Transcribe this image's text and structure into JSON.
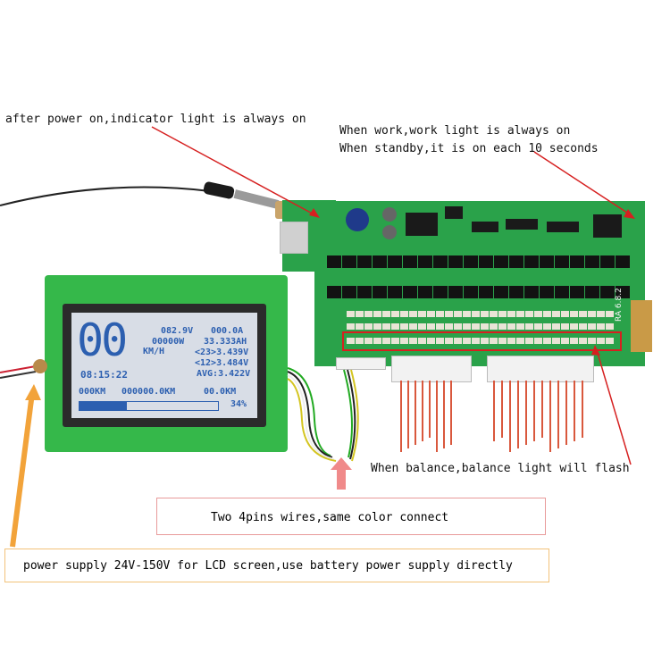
{
  "annotations": {
    "indicator_light": "after power on,indicator light is always on",
    "work_light_line1": "When work,work light is always on",
    "work_light_line2": "When standby,it is on each 10 seconds",
    "balance_light": "When balance,balance light will flash",
    "wires": "Two 4pins wires,same color connect",
    "power_supply": "power supply 24V-150V for LCD screen,use battery power supply directly"
  },
  "lcd": {
    "speed": "00",
    "speed_unit": "KM/H",
    "time": "08:15:22",
    "voltage": "082.9V",
    "current": "000.0A",
    "power": "00000W",
    "capacity": "33.333AH",
    "high_cell": "<23>3.439V",
    "low_cell": "<12>3.484V",
    "avg": "AVG:3.422V",
    "trip": "000KM",
    "odo": "000000.0KM",
    "range": "00.0KM",
    "battery_percent_label": "34%",
    "battery_percent": 34
  },
  "board_label": "RA 6.8.2",
  "colors": {
    "annotation_red": "#d62020",
    "annotation_orange": "#f2a33a",
    "annotation_pink": "#f08a8a",
    "pcb_green": "#2aa24a",
    "lcd_blue": "#2c5fb0"
  }
}
